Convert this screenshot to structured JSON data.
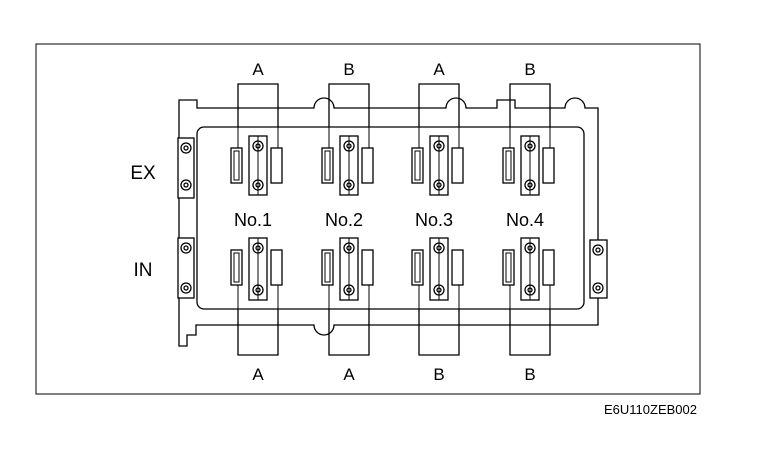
{
  "figure": {
    "code": "E6U110ZEB002",
    "rows": {
      "exhaust": "EX",
      "intake": "IN"
    },
    "cylinders": [
      "No.1",
      "No.2",
      "No.3",
      "No.4"
    ],
    "top_labels": [
      "A",
      "B",
      "A",
      "B"
    ],
    "bottom_labels": [
      "A",
      "A",
      "B",
      "B"
    ]
  }
}
